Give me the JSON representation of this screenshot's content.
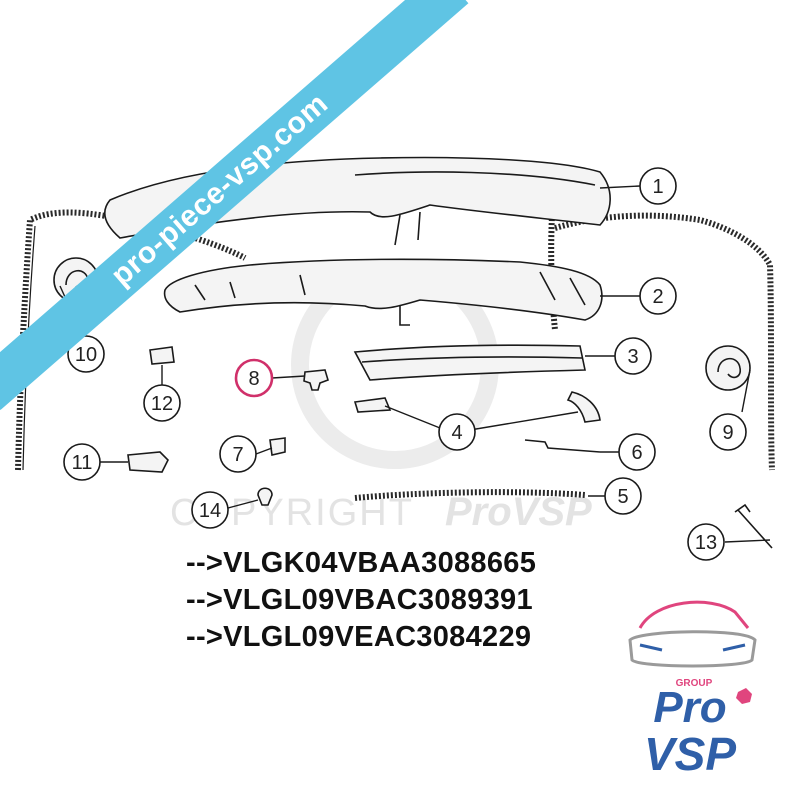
{
  "watermark": {
    "banner_text": "pro-piece-vsp.com",
    "copyright_text": "COPYRIGHT",
    "copyright_brand": "ProVSP"
  },
  "callouts": [
    {
      "id": "1",
      "label": "1"
    },
    {
      "id": "2",
      "label": "2"
    },
    {
      "id": "3",
      "label": "3"
    },
    {
      "id": "4",
      "label": "4"
    },
    {
      "id": "5",
      "label": "5"
    },
    {
      "id": "6",
      "label": "6"
    },
    {
      "id": "7",
      "label": "7"
    },
    {
      "id": "8",
      "label": "8",
      "highlighted": true
    },
    {
      "id": "9",
      "label": "9"
    },
    {
      "id": "10",
      "label": "10"
    },
    {
      "id": "11",
      "label": "11"
    },
    {
      "id": "12",
      "label": "12"
    },
    {
      "id": "13",
      "label": "13"
    },
    {
      "id": "14",
      "label": "14"
    }
  ],
  "references": [
    "-->VLGK04VBAA3088665",
    "-->VLGL09VBAC3089391",
    "-->VLGL09VEAC3084229"
  ],
  "logo": {
    "group_text": "GROUP",
    "brand_top": "Pro",
    "brand_bottom": "VSP"
  },
  "colors": {
    "banner": "#5fc4e4",
    "highlight": "#d0306a",
    "logo_pink": "#e0457e",
    "logo_blue": "#2f5fa8",
    "logo_gray": "#9a9a9a"
  }
}
